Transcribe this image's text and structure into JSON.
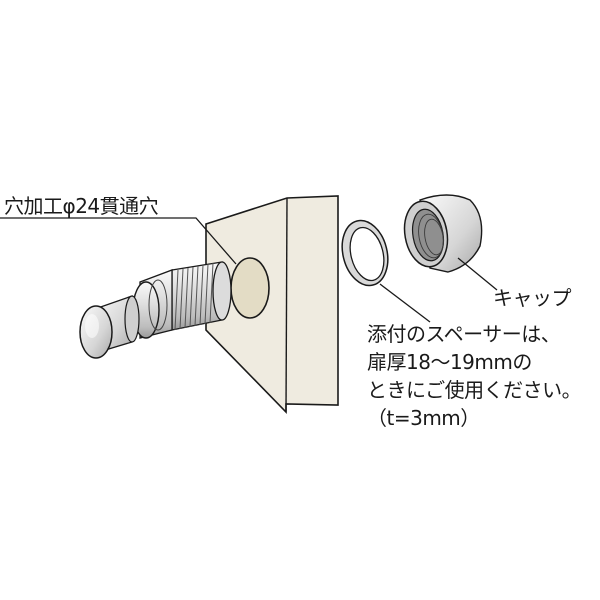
{
  "labels": {
    "hole": "穴加工φ24貫通穴",
    "cap": "キャップ",
    "spacer_note": [
      "添付のスペーサーは、",
      "扉厚18～19mmの",
      "ときにご使用ください。",
      "（t=3mm）"
    ]
  },
  "colors": {
    "door": "#efebe0",
    "hole": "#e3dcc5",
    "metal_light": "#f2f2f2",
    "metal_mid": "#c8c8c8",
    "metal_dark": "#8a8a8a",
    "line": "#1a1a1a"
  }
}
